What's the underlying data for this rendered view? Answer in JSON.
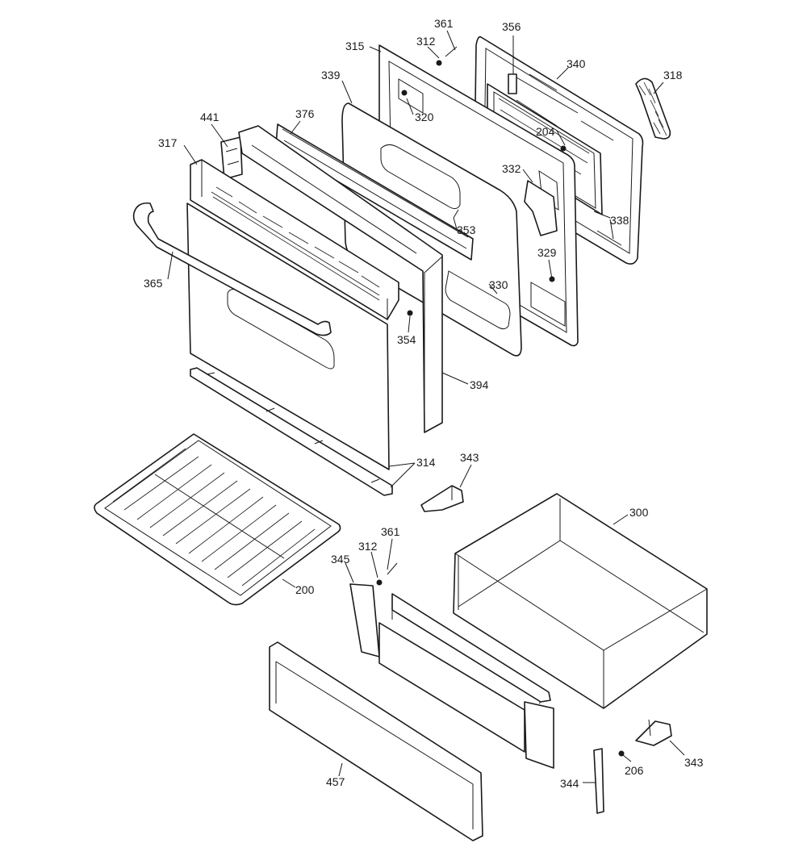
{
  "diagram": {
    "part_numbers": {
      "p361_top": "361",
      "p312_top": "312",
      "p356": "356",
      "p315": "315",
      "p340": "340",
      "p318": "318",
      "p339": "339",
      "p320": "320",
      "p441": "441",
      "p376": "376",
      "p204": "204",
      "p317": "317",
      "p332": "332",
      "p338": "338",
      "p353": "353",
      "p329": "329",
      "p365": "365",
      "p330": "330",
      "p354": "354",
      "p394": "394",
      "p314": "314",
      "p343_top": "343",
      "p300": "300",
      "p361_bottom": "361",
      "p312_bottom": "312",
      "p345": "345",
      "p200": "200",
      "p457": "457",
      "p343_bottom": "343",
      "p206": "206",
      "p344": "344"
    }
  }
}
